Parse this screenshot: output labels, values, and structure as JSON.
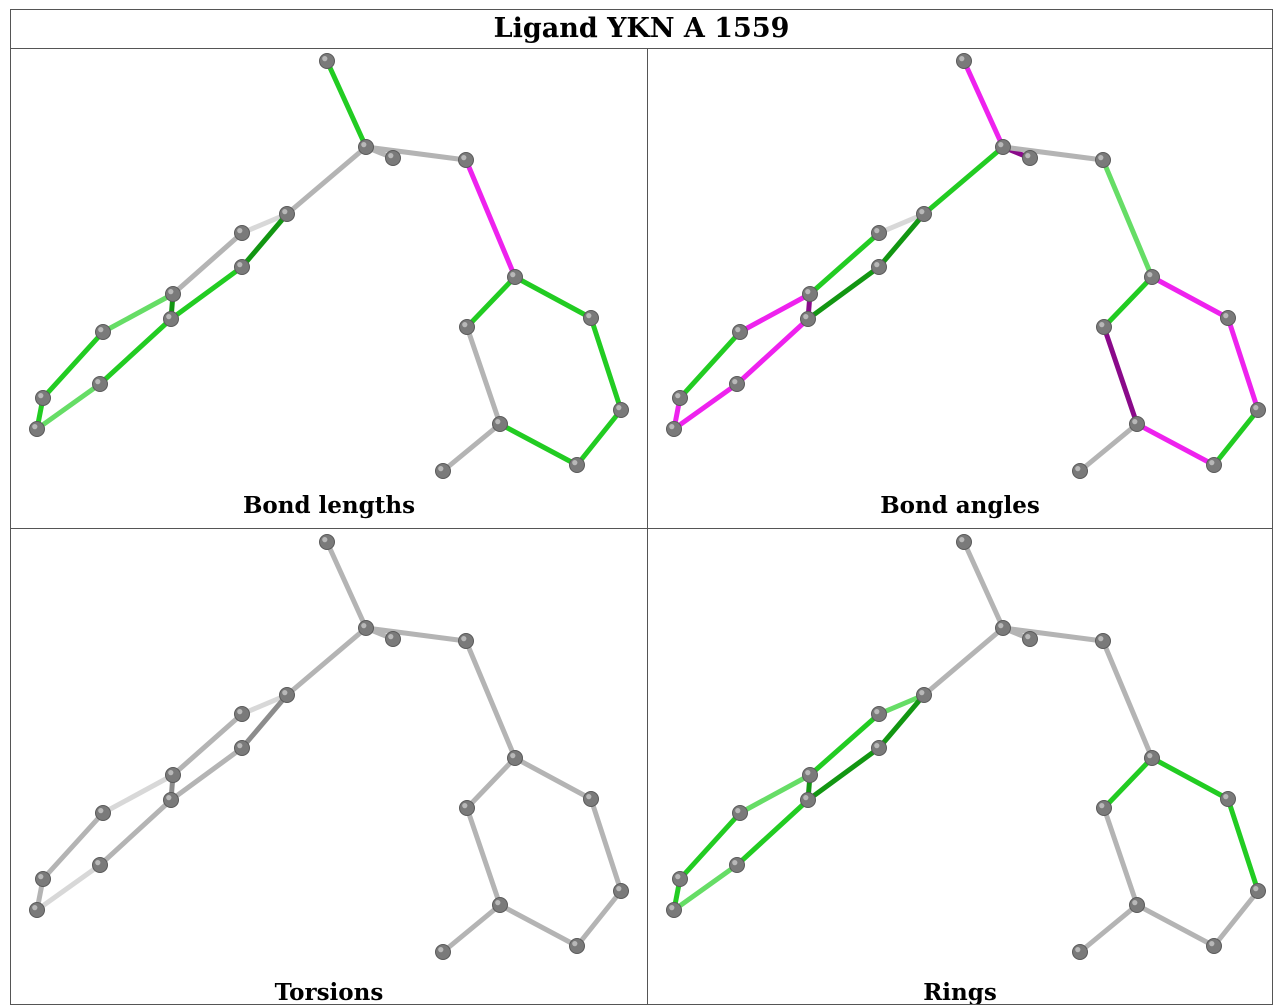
{
  "title": "Ligand YKN A 1559",
  "colors": {
    "gray": "#b4b4b4",
    "gray_dark": "#8c8c8c",
    "gray_light": "#d8d8d8",
    "green": "#22cc22",
    "green_dark": "#129612",
    "green_light": "#66dd66",
    "magenta": "#ee22ee",
    "magenta_dark": "#8a0a8a",
    "atom": "#7a7a7a",
    "atom_highlight": "#c8c8c8"
  },
  "panels": [
    {
      "caption": "Bond lengths",
      "bond_colors": [
        "green",
        "gray",
        "gray",
        "magenta",
        "gray",
        "gray_light",
        "green_dark",
        "gray",
        "green",
        "green_light",
        "green_dark",
        "green",
        "green",
        "green",
        "green_light",
        "green",
        "green",
        "green",
        "green"
      ]
    },
    {
      "caption": "Bond angles",
      "bond_colors": [
        "magenta",
        "magenta_dark",
        "gray",
        "green_light",
        "green",
        "gray_light",
        "green_dark",
        "green",
        "green_dark",
        "magenta",
        "magenta_dark",
        "green",
        "magenta",
        "magenta",
        "magenta",
        "green",
        "magenta",
        "magenta",
        "green"
      ]
    },
    {
      "caption": "Torsions",
      "bond_colors": [
        "gray",
        "gray",
        "gray",
        "gray",
        "gray",
        "gray_light",
        "gray_dark",
        "gray",
        "gray",
        "gray_light",
        "gray_dark",
        "gray",
        "gray",
        "gray",
        "gray_light",
        "gray",
        "gray",
        "gray",
        "gray"
      ]
    },
    {
      "caption": "Rings",
      "bond_colors": [
        "gray",
        "gray",
        "gray",
        "gray",
        "gray",
        "green_light",
        "green_dark",
        "green",
        "green_dark",
        "green_light",
        "green_dark",
        "green",
        "green",
        "green",
        "green_light",
        "green",
        "green",
        "green",
        "gray"
      ]
    }
  ]
}
